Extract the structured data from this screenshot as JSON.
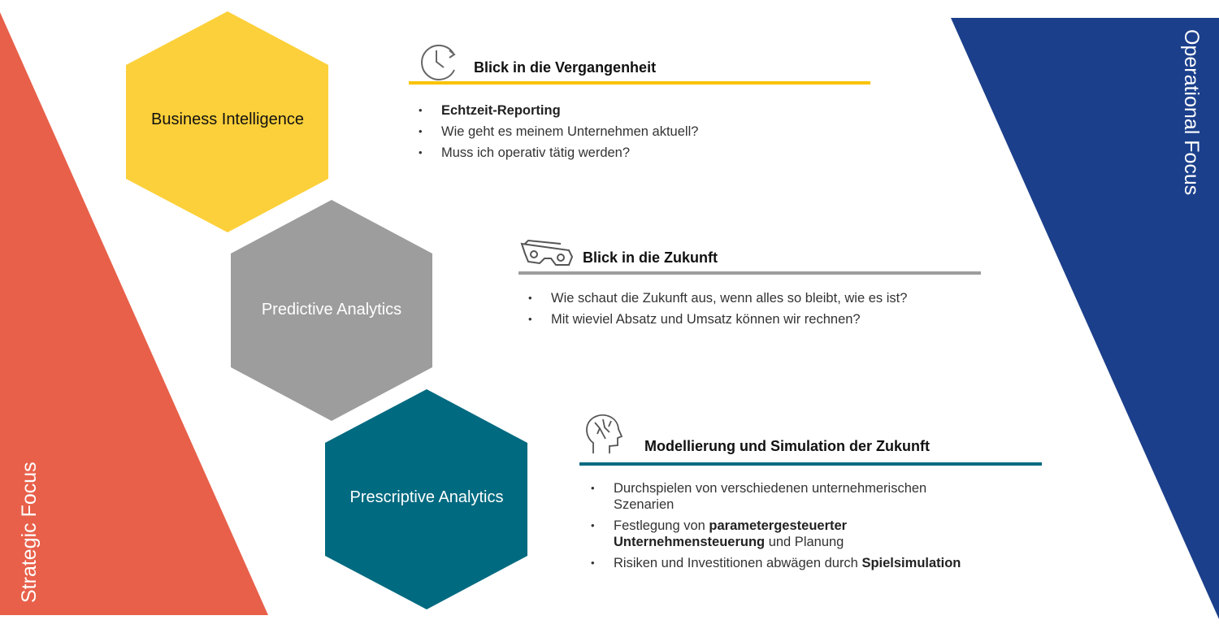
{
  "colors": {
    "bi": "#FCD03A",
    "predictive": "#9D9D9D",
    "prescriptive": "#006A80",
    "strategic": "#E8604A",
    "operational": "#1B3F8B"
  },
  "axes": {
    "strategic": "Strategic Focus",
    "operational": "Operational Focus"
  },
  "hexagons": [
    {
      "label": "Business Intelligence"
    },
    {
      "label": "Predictive Analytics"
    },
    {
      "label": "Prescriptive Analytics"
    }
  ],
  "sections": [
    {
      "icon": "clock-icon",
      "title": "Blick in die Vergangenheit",
      "bullets": [
        "Echtzeit-Reporting",
        "Wie geht es meinem Unternehmen aktuell?",
        "Muss ich operativ tätig werden?"
      ]
    },
    {
      "icon": "glasses-icon",
      "title": "Blick in die Zukunft",
      "bullets": [
        "Wie schaut die Zukunft aus, wenn alles so bleibt, wie es ist?",
        "Mit wieviel Absatz und Umsatz können wir rechnen?"
      ]
    },
    {
      "icon": "brain-head-icon",
      "title": "Modellierung  und Simulation der Zukunft",
      "bullets": [
        {
          "text": "Durchspielen von verschiedenen unternehmerischen Szenarien"
        },
        {
          "pre": "Festlegung von ",
          "bold": "parametergesteuerter Unternehmensteuerung",
          "post": " und Planung"
        },
        {
          "pre": "Risiken und Investitionen abwägen durch ",
          "bold": "Spielsimulation"
        }
      ]
    }
  ]
}
